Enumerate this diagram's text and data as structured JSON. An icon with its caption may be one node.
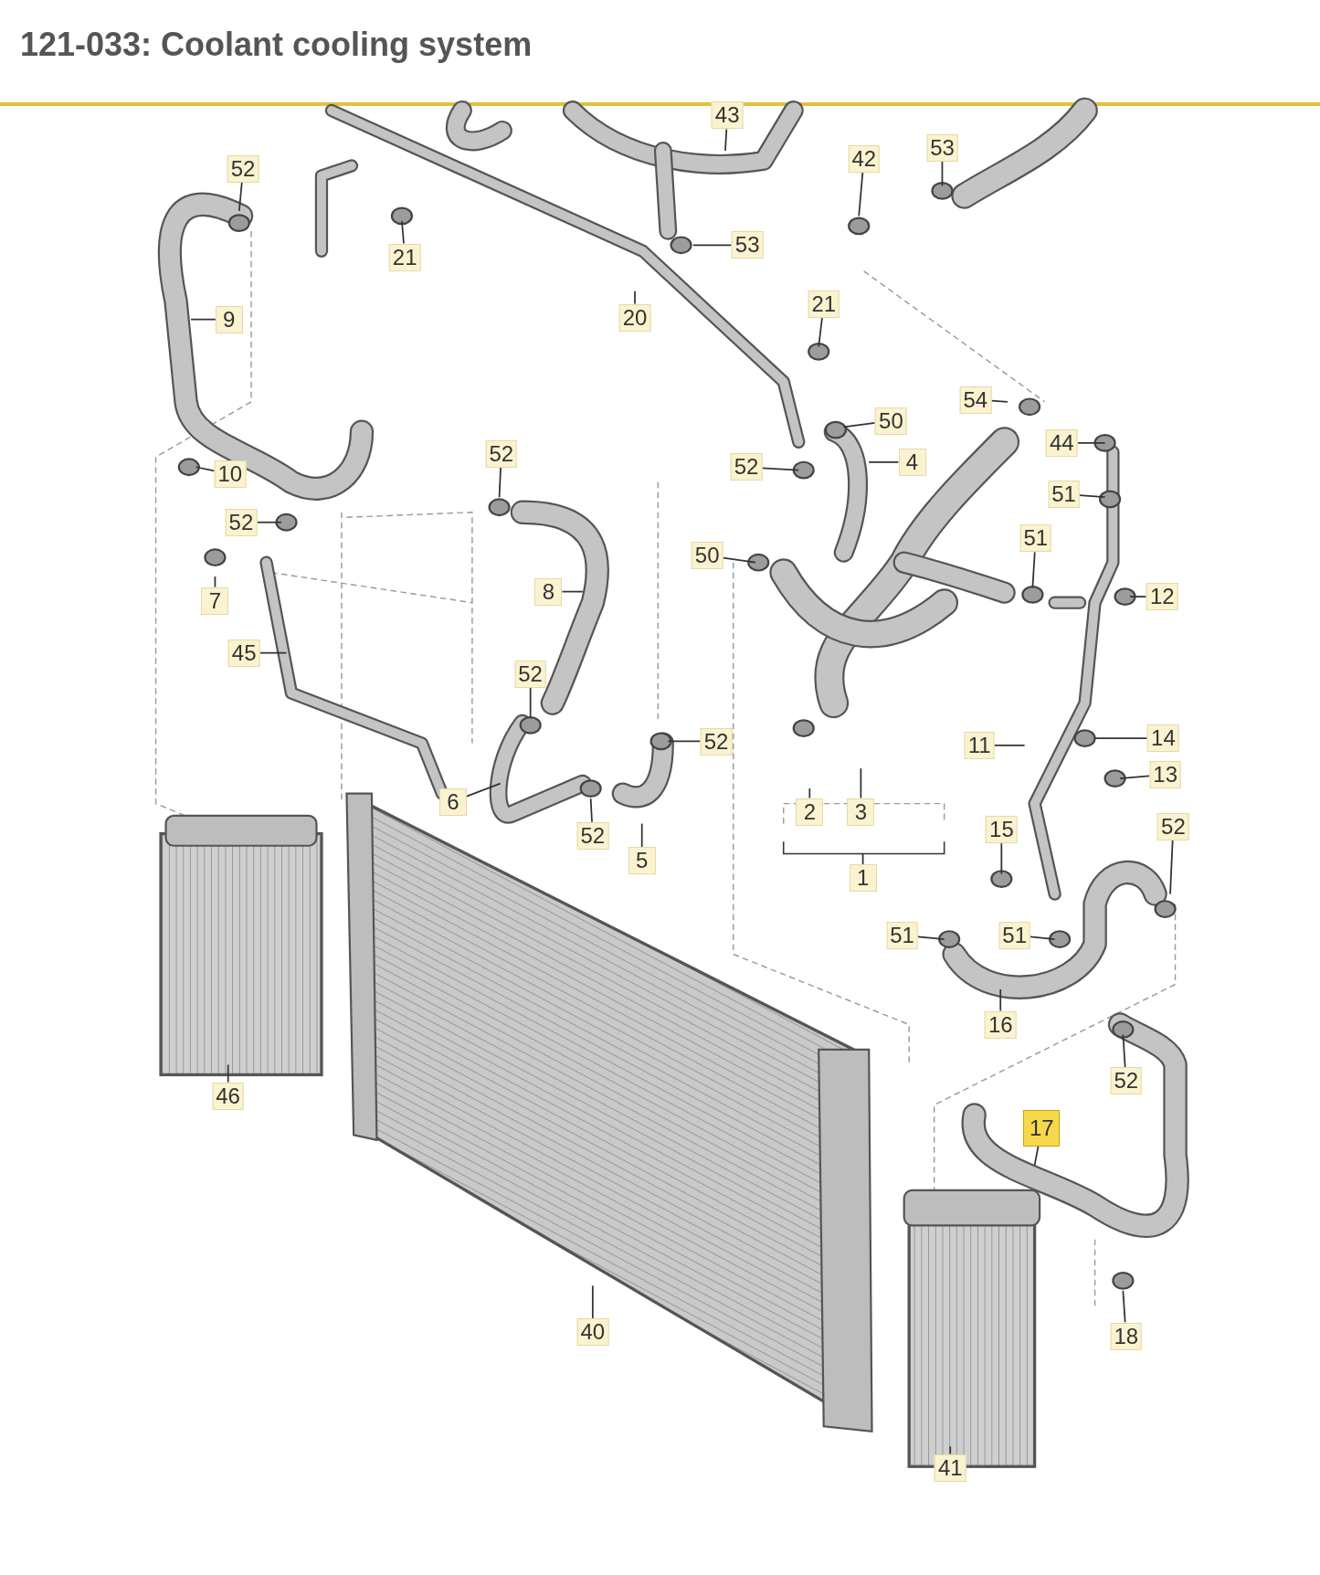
{
  "diagram": {
    "title": "121-033: Coolant cooling system",
    "nodes": [
      {
        "text": [
          "43"
        ]
      },
      {
        "text": [
          "52"
        ]
      },
      {
        "text": [
          "42"
        ]
      },
      {
        "text": [
          "53"
        ]
      },
      {
        "text": [
          "21"
        ]
      },
      {
        "text": [
          "53"
        ]
      },
      {
        "text": [
          "21"
        ]
      },
      {
        "text": [
          "9"
        ]
      },
      {
        "text": [
          "20"
        ]
      },
      {
        "text": [
          "54"
        ]
      },
      {
        "text": [
          "50"
        ]
      },
      {
        "text": [
          "44"
        ]
      },
      {
        "text": [
          "4"
        ]
      },
      {
        "text": [
          "52"
        ]
      },
      {
        "text": [
          "10"
        ]
      },
      {
        "text": [
          "52"
        ]
      },
      {
        "text": [
          "51"
        ]
      },
      {
        "text": [
          "52"
        ]
      },
      {
        "text": [
          "51"
        ]
      },
      {
        "text": [
          "50"
        ]
      },
      {
        "text": [
          "8"
        ]
      },
      {
        "text": [
          "12"
        ]
      },
      {
        "text": [
          "7"
        ]
      },
      {
        "text": [
          "45"
        ]
      },
      {
        "text": [
          "52"
        ]
      },
      {
        "text": [
          "52"
        ]
      },
      {
        "text": [
          "11"
        ]
      },
      {
        "text": [
          "14"
        ]
      },
      {
        "text": [
          "13"
        ]
      },
      {
        "text": [
          "6"
        ]
      },
      {
        "text": [
          "2"
        ]
      },
      {
        "text": [
          "3"
        ]
      },
      {
        "text": [
          "15"
        ]
      },
      {
        "text": [
          "52"
        ]
      },
      {
        "text": [
          "52"
        ]
      },
      {
        "text": [
          "5"
        ]
      },
      {
        "text": [
          "1"
        ]
      },
      {
        "text": [
          "51"
        ]
      },
      {
        "text": [
          "51"
        ]
      },
      {
        "text": [
          "16"
        ]
      },
      {
        "text": [
          "46"
        ]
      },
      {
        "text": [
          "52"
        ]
      },
      {
        "text": [
          "17"
        ]
      },
      {
        "text": [
          "40"
        ]
      },
      {
        "text": [
          "18"
        ]
      },
      {
        "text": [
          "41"
        ]
      }
    ],
    "edges": [
      {
        "from": 0,
        "to": null,
        "arrow": "none"
      },
      {
        "from": 1,
        "to": null,
        "arrow": "none"
      },
      {
        "from": 2,
        "to": null,
        "arrow": "none"
      },
      {
        "from": 3,
        "to": null,
        "arrow": "none"
      },
      {
        "from": 4,
        "to": null,
        "arrow": "none"
      },
      {
        "from": 5,
        "to": null,
        "arrow": "none"
      },
      {
        "from": 6,
        "to": null,
        "arrow": "none"
      },
      {
        "from": 7,
        "to": null,
        "arrow": "none"
      },
      {
        "from": 8,
        "to": null,
        "arrow": "none"
      },
      {
        "from": 9,
        "to": null,
        "arrow": "none"
      },
      {
        "from": 10,
        "to": null,
        "arrow": "none"
      },
      {
        "from": 11,
        "to": null,
        "arrow": "none"
      },
      {
        "from": 12,
        "to": null,
        "arrow": "none"
      },
      {
        "from": 13,
        "to": null,
        "arrow": "none"
      },
      {
        "from": 14,
        "to": null,
        "arrow": "none"
      },
      {
        "from": 15,
        "to": null,
        "arrow": "none"
      },
      {
        "from": 16,
        "to": null,
        "arrow": "none"
      },
      {
        "from": 17,
        "to": null,
        "arrow": "none"
      },
      {
        "from": 18,
        "to": null,
        "arrow": "none"
      },
      {
        "from": 19,
        "to": null,
        "arrow": "none"
      },
      {
        "from": 20,
        "to": null,
        "arrow": "none"
      },
      {
        "from": 21,
        "to": null,
        "arrow": "none"
      },
      {
        "from": 22,
        "to": null,
        "arrow": "none"
      },
      {
        "from": 23,
        "to": null,
        "arrow": "none"
      },
      {
        "from": 24,
        "to": null,
        "arrow": "none"
      },
      {
        "from": 25,
        "to": null,
        "arrow": "none"
      },
      {
        "from": 26,
        "to": null,
        "arrow": "none"
      },
      {
        "from": 27,
        "to": null,
        "arrow": "none"
      },
      {
        "from": 28,
        "to": null,
        "arrow": "none"
      },
      {
        "from": 29,
        "to": null,
        "arrow": "none"
      },
      {
        "from": 30,
        "to": null,
        "arrow": "none"
      },
      {
        "from": 31,
        "to": null,
        "arrow": "none"
      },
      {
        "from": 32,
        "to": null,
        "arrow": "none"
      },
      {
        "from": 33,
        "to": null,
        "arrow": "none"
      },
      {
        "from": 34,
        "to": null,
        "arrow": "none"
      },
      {
        "from": 35,
        "to": null,
        "arrow": "none"
      },
      {
        "from": 36,
        "to": null,
        "arrow": "none"
      },
      {
        "from": 37,
        "to": null,
        "arrow": "none"
      },
      {
        "from": 38,
        "to": null,
        "arrow": "none"
      },
      {
        "from": 39,
        "to": null,
        "arrow": "none"
      },
      {
        "from": 40,
        "to": null,
        "arrow": "none"
      },
      {
        "from": 41,
        "to": null,
        "arrow": "none"
      },
      {
        "from": 42,
        "to": null,
        "arrow": "none"
      },
      {
        "from": 43,
        "to": null,
        "arrow": "none"
      },
      {
        "from": 44,
        "to": null,
        "arrow": "none"
      },
      {
        "from": 45,
        "to": null,
        "arrow": "none"
      }
    ]
  }
}
